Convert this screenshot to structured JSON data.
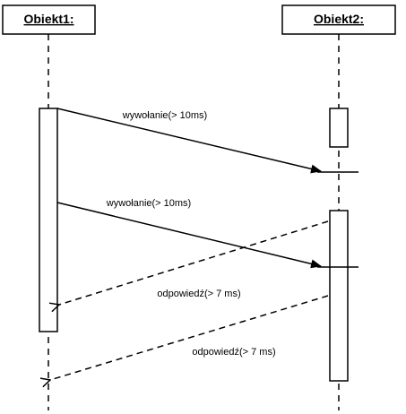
{
  "objects": [
    {
      "label": "Obiekt1:"
    },
    {
      "label": "Obiekt2:"
    }
  ],
  "messages": [
    {
      "label": "wywołanie(> 10ms)",
      "kind": "call"
    },
    {
      "label": "wywołanie(> 10ms)",
      "kind": "call"
    },
    {
      "label": "odpowiedź(> 7 ms)",
      "kind": "return"
    },
    {
      "label": "odpowiedź(> 7 ms)",
      "kind": "return"
    }
  ],
  "colors": {
    "stroke": "#000000",
    "background": "#ffffff"
  }
}
